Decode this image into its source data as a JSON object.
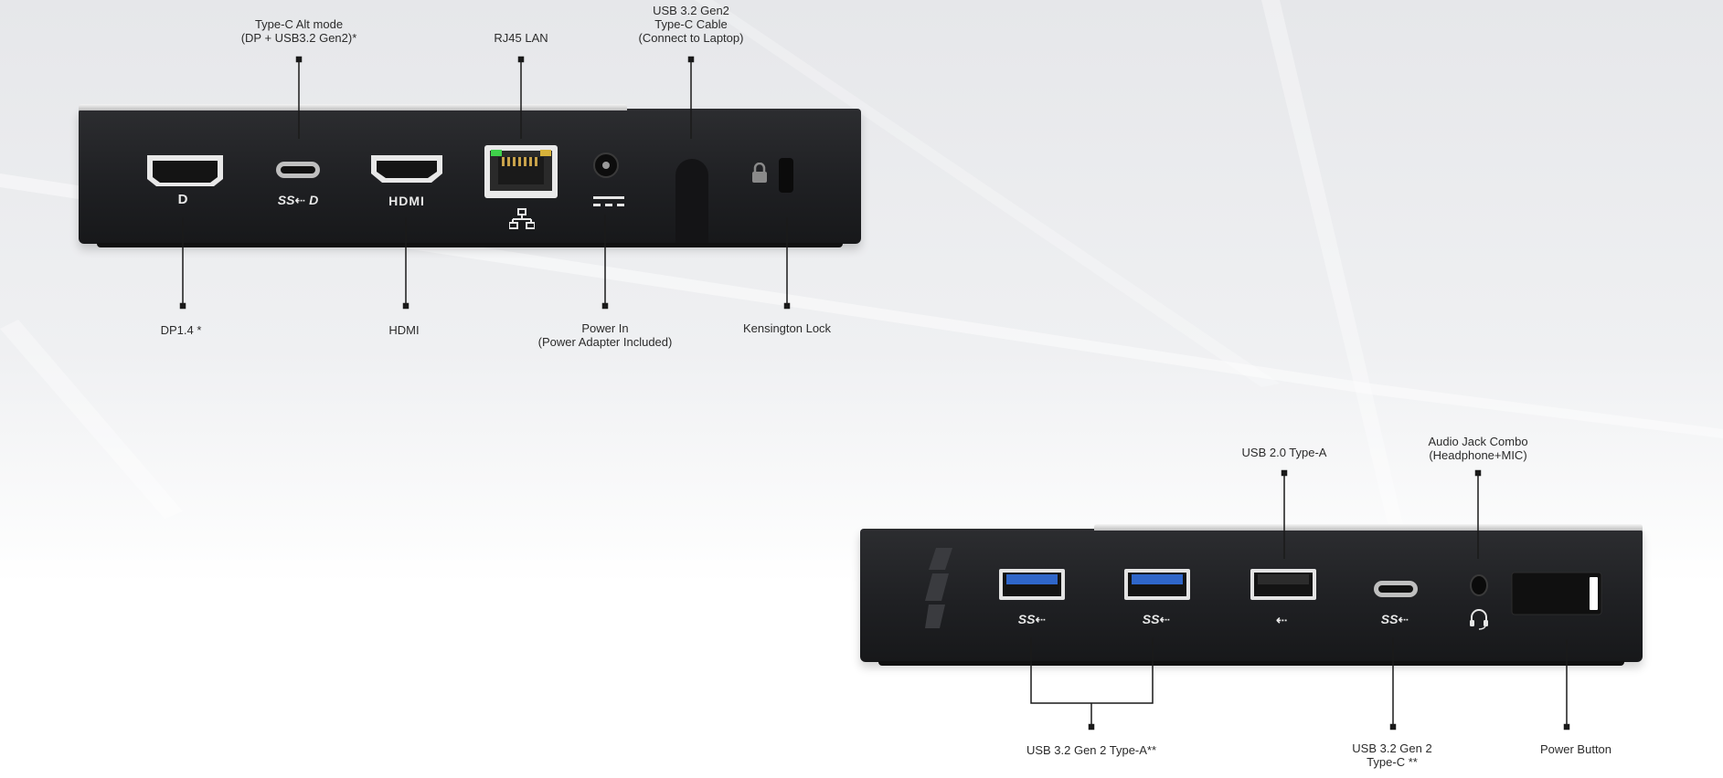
{
  "top_labels": {
    "typec_alt": "Type-C Alt mode\n(DP + USB3.2 Gen2)*",
    "rj45": "RJ45 LAN",
    "usb_cable": "USB 3.2 Gen2\nType-C Cable\n(Connect to Laptop)",
    "dp": "DP1.4 *",
    "hdmi": "HDMI",
    "power_in": "Power In\n(Power Adapter Included)",
    "kensington": "Kensington Lock"
  },
  "bottom_labels": {
    "usb20": "USB 2.0 Type-A",
    "audio": "Audio Jack Combo\n(Headphone+MIC)",
    "usb32a": "USB 3.2 Gen 2 Type-A**",
    "usb32c": "USB 3.2 Gen 2\nType-C **",
    "power_button": "Power Button"
  },
  "glyphs": {
    "dp": "D",
    "ss_dp": "SS⇠ D",
    "hdmi": "HDMI",
    "ss": "SS⇠",
    "usb": "⇠"
  },
  "colors": {
    "device_body": "#1f2023",
    "usb3_blue": "#2f66c9",
    "rj45_led_green": "#3fd24a",
    "rj45_led_amber": "#d7b23a",
    "label_text": "#2b2b2b"
  }
}
